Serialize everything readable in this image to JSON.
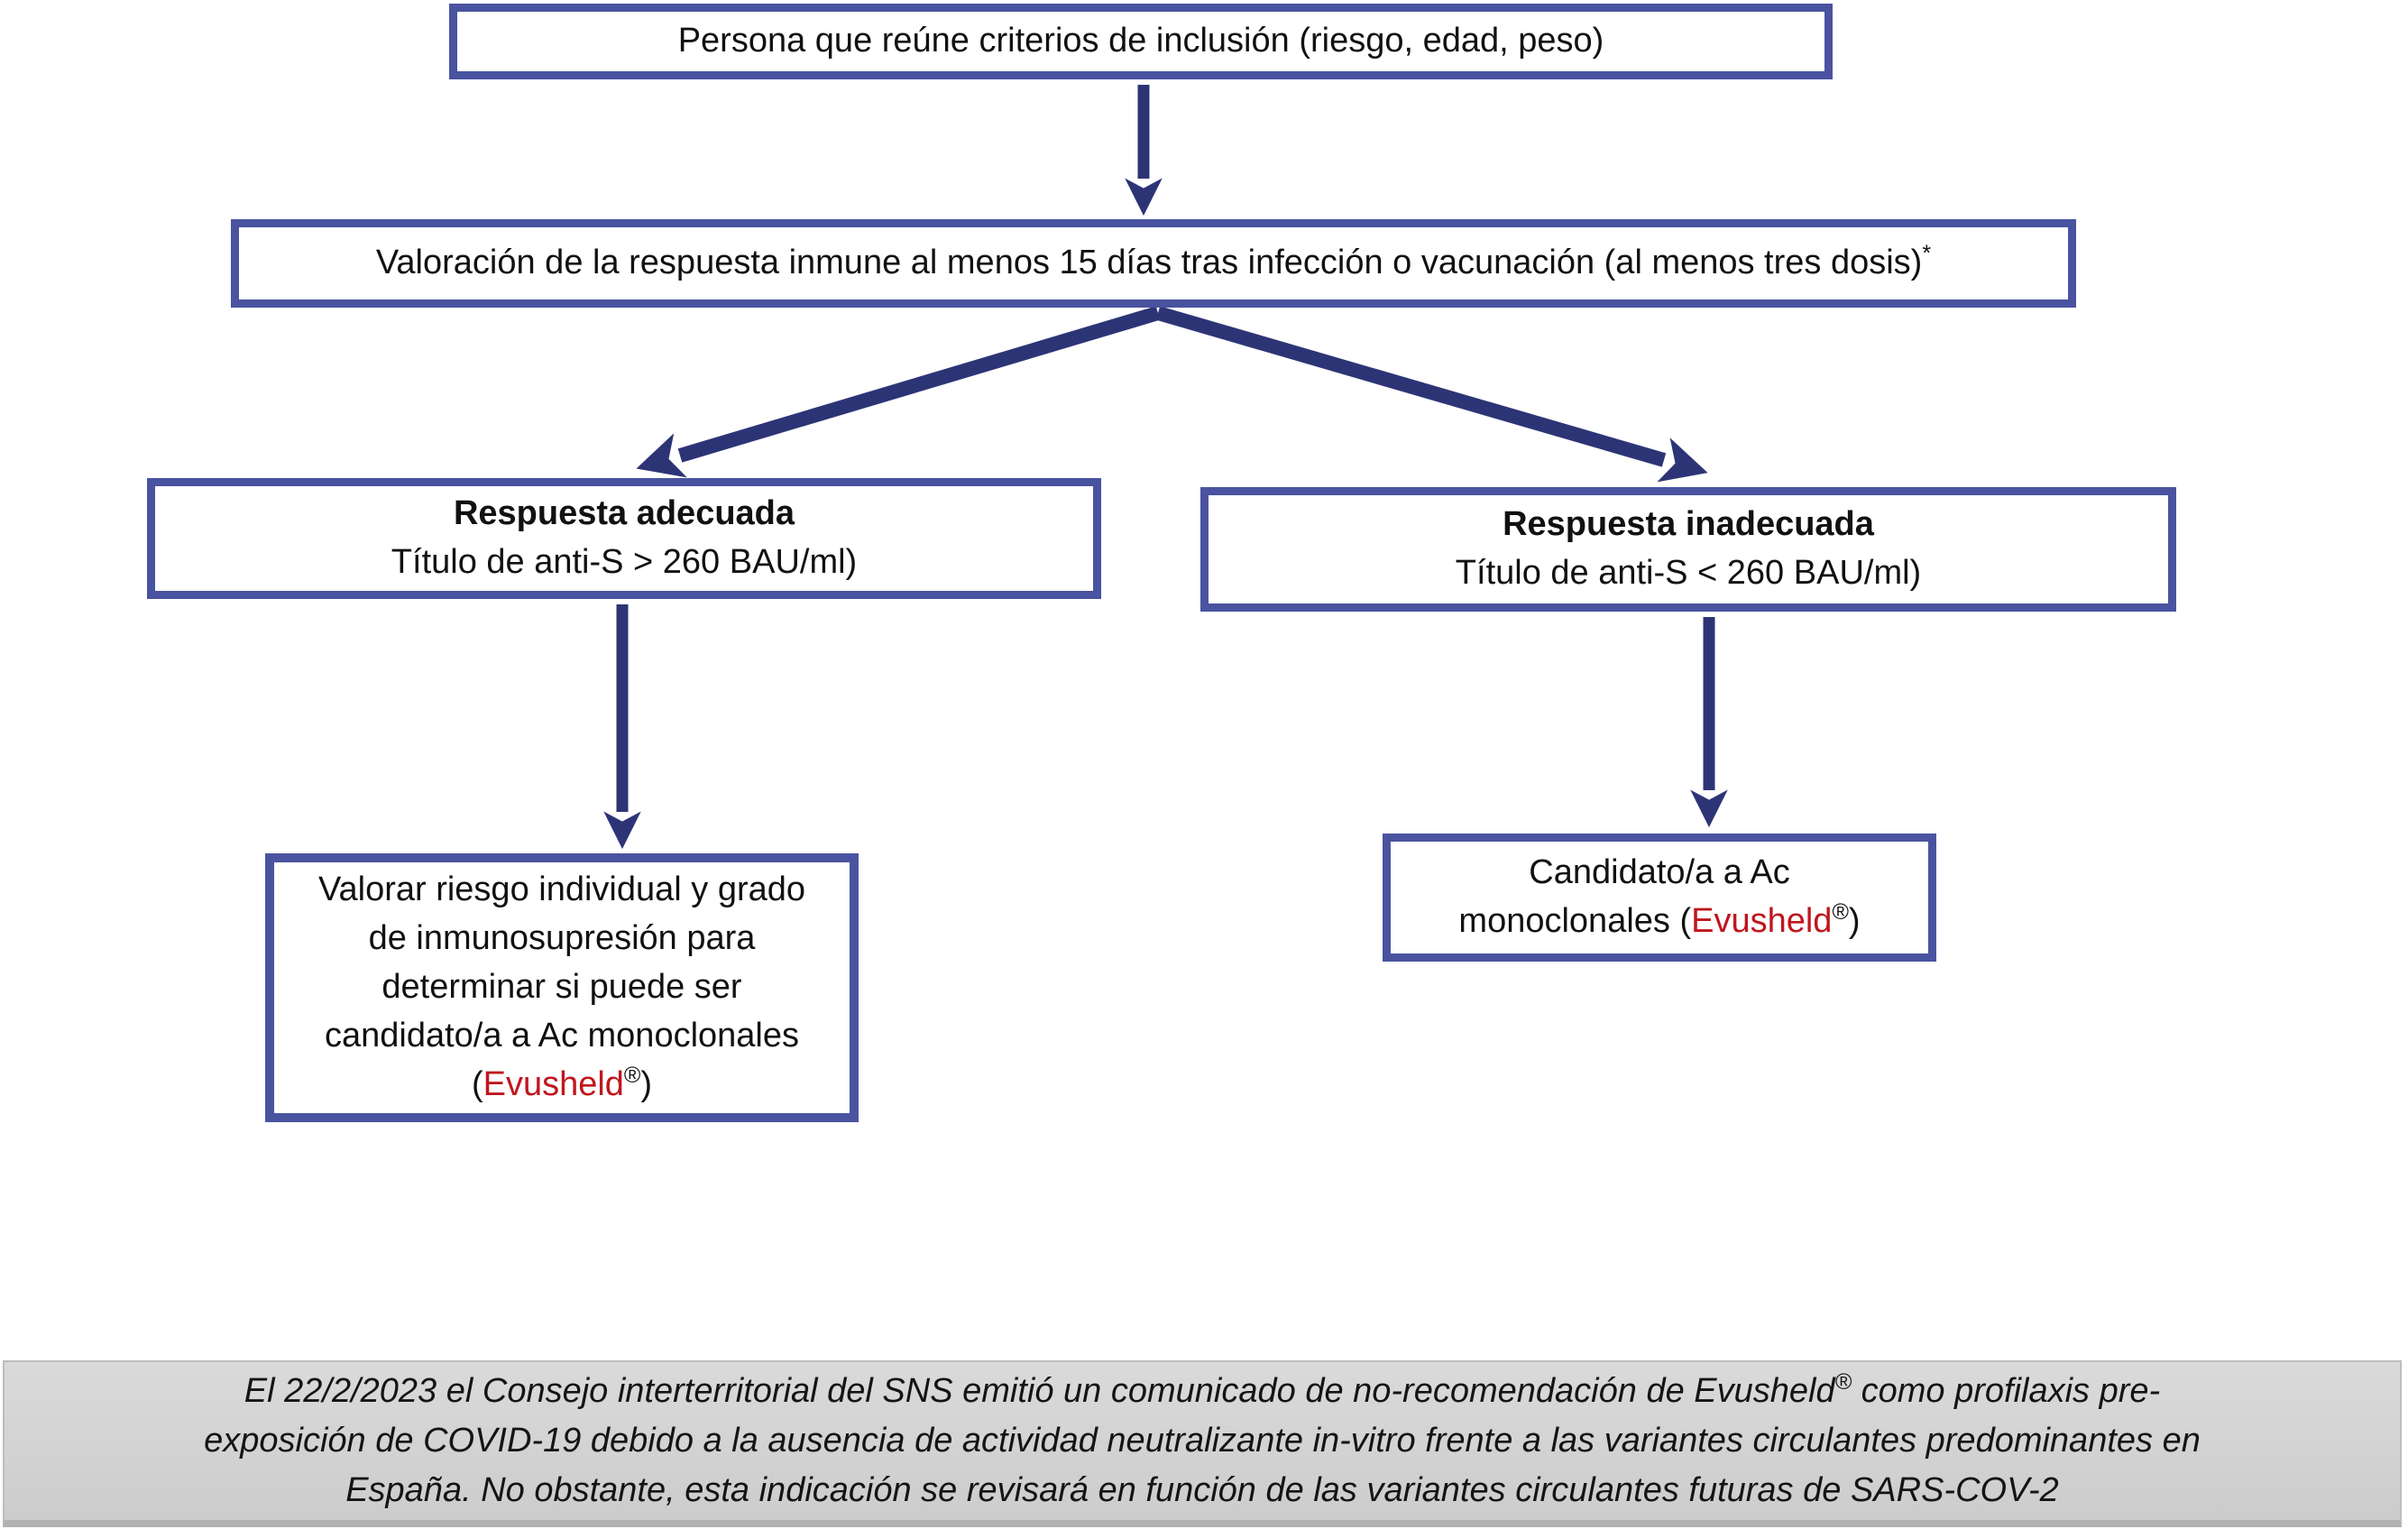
{
  "colors": {
    "box_border": "#4953a0",
    "arrow": "#2d3476",
    "drug_red": "#bf171d",
    "note_background": "#d4d4d4",
    "text": "#111111"
  },
  "flowchart": {
    "inclusion_box": {
      "text": "Persona que reúne criterios de inclusión (riesgo, edad, peso)"
    },
    "assessment_box": {
      "text": "Valoración de la respuesta inmune al menos 15 días tras infección o vacunación (al menos tres dosis)",
      "footnote_marker": "*"
    },
    "adequate_box": {
      "title": "Respuesta adecuada",
      "subtitle": "Título de anti-S > 260 BAU/ml)"
    },
    "inadequate_box": {
      "title": "Respuesta inadecuada",
      "subtitle": "Título de anti-S < 260 BAU/ml)"
    },
    "individual_assessment_box": {
      "lines": [
        "Valorar riesgo individual y grado",
        "de inmunosupresión para",
        "determinar si puede ser",
        "candidato/a a Ac monoclonales"
      ],
      "paren_open": "(",
      "drug": "Evusheld",
      "registered_mark": "®",
      "paren_close": ")"
    },
    "candidate_box": {
      "line1": "Candidato/a a Ac",
      "line2_prefix": "monoclonales (",
      "drug": "Evusheld",
      "registered_mark": "®",
      "line2_suffix": ")"
    }
  },
  "footnote": {
    "line1_prefix": "El 22/2/2023 el Consejo interterritorial del SNS emitió un comunicado de no-recomendación de Evusheld",
    "registered_mark": "®",
    "line1_suffix": " como profilaxis pre-",
    "line2": "exposición de COVID-19 debido a la ausencia de actividad neutralizante in-vitro frente a las variantes circulantes predominantes en",
    "line3": "España. No obstante, esta indicación se revisará en función de las variantes circulantes futuras de SARS-COV-2"
  }
}
